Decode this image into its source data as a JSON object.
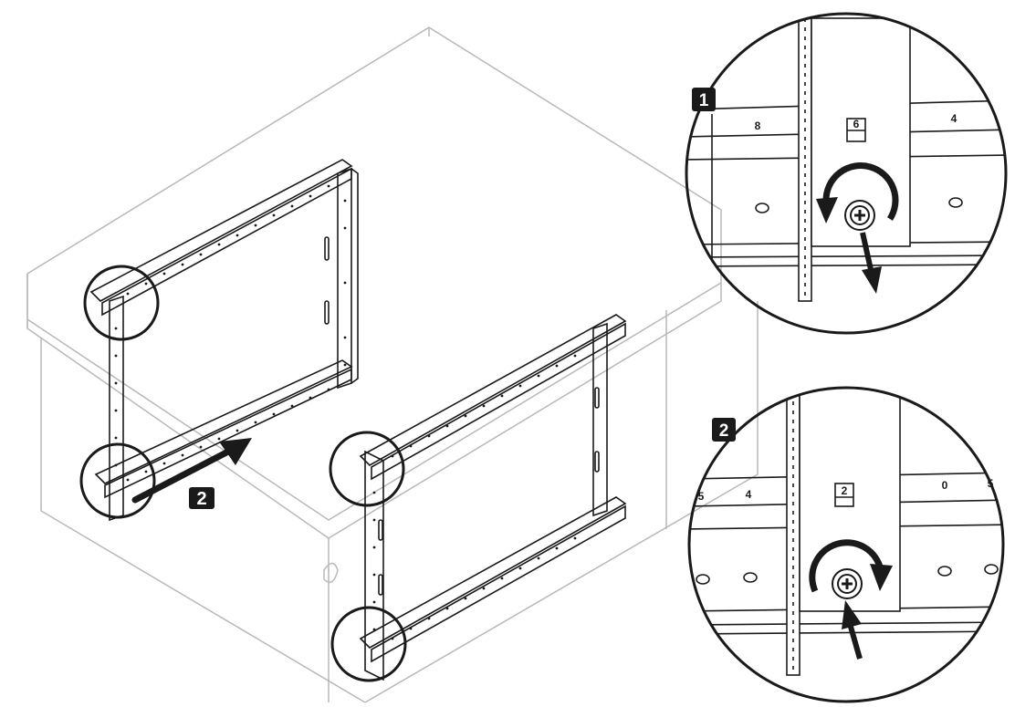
{
  "steps": {
    "main_arrow_label": "2",
    "detail_1_badge": "1",
    "detail_2_badge": "2"
  },
  "detail_1": {
    "ruler_left": "8",
    "ruler_tag": "6",
    "ruler_right": "4"
  },
  "detail_2": {
    "ruler_far_left": "5",
    "ruler_left": "4",
    "ruler_tag": "2",
    "ruler_right": "0",
    "ruler_far_right": "5"
  },
  "colors": {
    "line": "#1a1a1a",
    "light_line": "#b8b8b8",
    "badge": "#1a1a1a"
  }
}
